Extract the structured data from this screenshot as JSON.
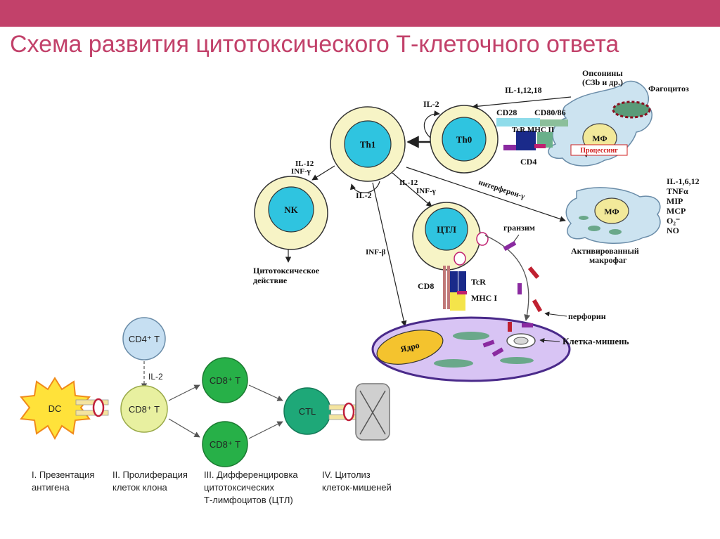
{
  "slide": {
    "title": "Схема развития цитотоксического Т-клеточного ответа",
    "accent_color": "#c2416a"
  },
  "upper": {
    "th1": "Th1",
    "th0": "Th0",
    "nk": "NK",
    "ctl": "ЦТЛ",
    "mf_top": "МФ",
    "mf_act": "МФ",
    "il2_top": "IL-2",
    "il2_loop": "IL-2",
    "il_1_12_18": "IL-1,12,18",
    "opsonins_1": "Опсонины",
    "opsonins_2": "(С3b и др.)",
    "phago": "Фагоцитоз",
    "cd28": "CD28",
    "cd80": "CD80/86",
    "tcr_mhc2": "TcR  MHC II",
    "processing": "Процессинг",
    "cd4": "CD4",
    "il12_nk": "IL-12",
    "infg_nk": "INF-γ",
    "il12_ctl": "IL-12",
    "infg_ctl": "INF-γ",
    "interferon": "интерферон-γ",
    "cyto_1": "Цитотоксическое",
    "cyto_2": "действие",
    "inf_beta": "INF-β",
    "granzyme": "гранзим",
    "cd8": "CD8",
    "tcr": "TcR",
    "mhc1": "MHC I",
    "perforin": "перфорин",
    "nucleus": "Ядро",
    "target": "Клетка-мишень",
    "act_mf_1": "Активированный",
    "act_mf_2": "макрофаг",
    "cytokines": [
      "IL-1,6,12",
      "TNFα",
      "MIP",
      "MCP",
      "O₂⁻",
      "NO"
    ]
  },
  "lower": {
    "dc": "DC",
    "cd4t": "CD4⁺ T",
    "il2": "IL-2",
    "cd8t_a": "CD8⁺ T",
    "cd8t_b": "CD8⁺ T",
    "cd8t_c": "CD8⁺ T",
    "ctl": "CTL",
    "stage1": [
      "I. Презентация",
      "антигена"
    ],
    "stage2": [
      "II. Пролиферация",
      "клеток клона"
    ],
    "stage3": [
      "III. Дифференцировка",
      "цитотоксических",
      "Т-лимфоцитов (ЦТЛ)"
    ],
    "stage4": [
      "IV. Цитолиз",
      "клеток-мишеней"
    ]
  }
}
